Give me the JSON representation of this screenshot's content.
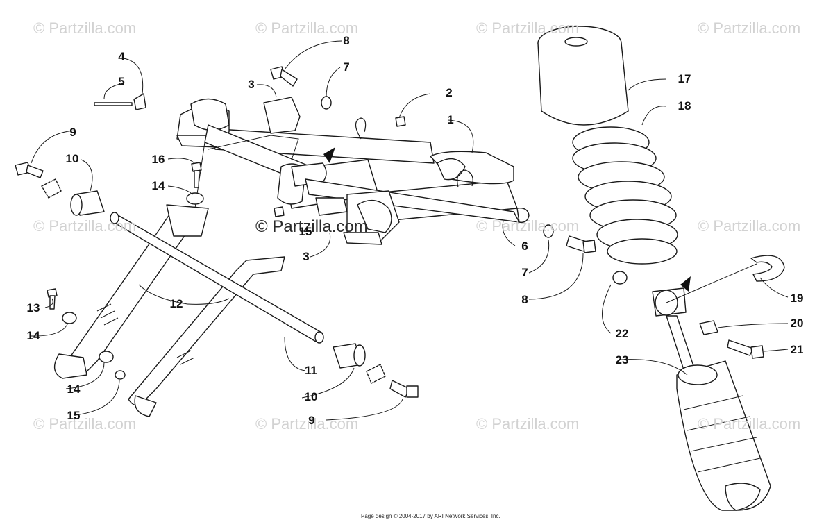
{
  "watermark": "© Partzilla.com",
  "footer": "Page design © 2004-2017 by ARI Network Services, Inc.",
  "callouts": {
    "c1": "1",
    "c2": "2",
    "c3a": "3",
    "c3b": "3",
    "c4": "4",
    "c5": "5",
    "c6": "6",
    "c7a": "7",
    "c7b": "7",
    "c8a": "8",
    "c8b": "8",
    "c9a": "9",
    "c9b": "9",
    "c10a": "10",
    "c10b": "10",
    "c11": "11",
    "c12": "12",
    "c13": "13",
    "c14a": "14",
    "c14b": "14",
    "c14c": "14",
    "c15a": "15",
    "c15b": "15",
    "c16": "16",
    "c17": "17",
    "c18": "18",
    "c19": "19",
    "c20": "20",
    "c21": "21",
    "c22": "22",
    "c23": "23"
  }
}
